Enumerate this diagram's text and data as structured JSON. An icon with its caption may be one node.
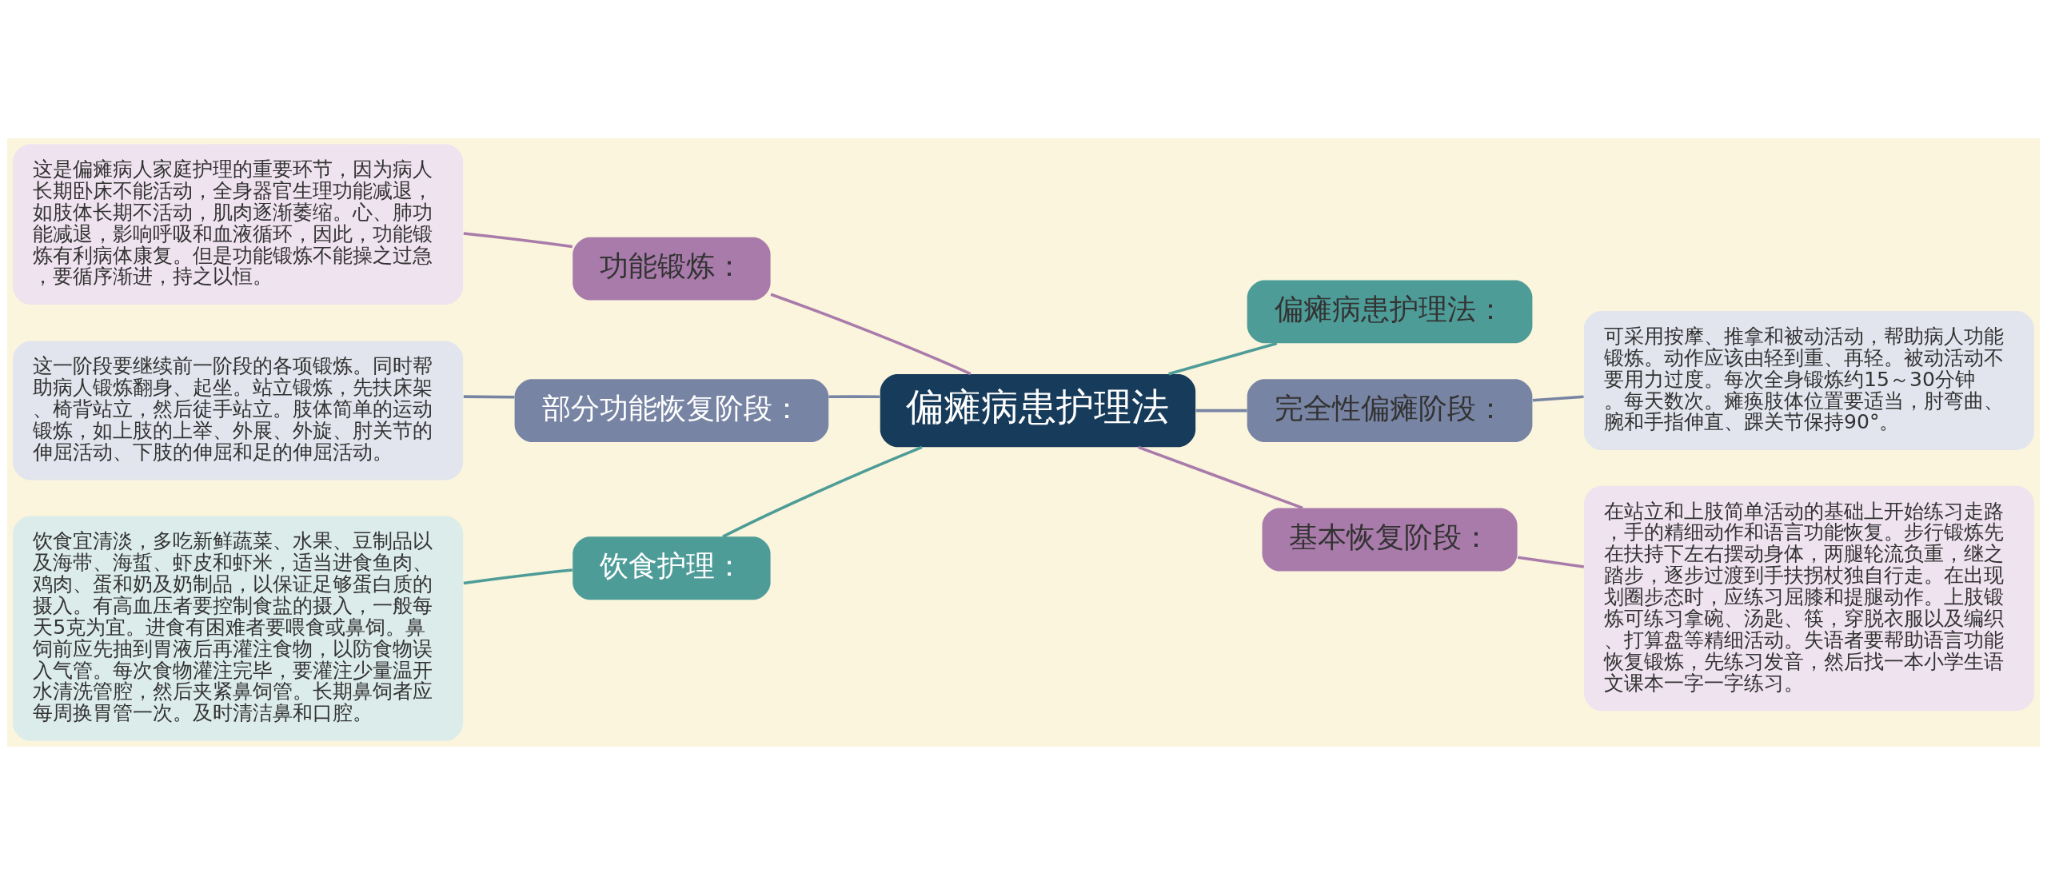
{
  "diagram": {
    "nodes": [
      {
        "text": [
          "偏瘫病患护理法"
        ]
      },
      {
        "text": [
          "功能锻炼："
        ]
      },
      {
        "text": [
          "这是偏瘫病人家庭护理的重要环节，因为病人长期卧床不能活动，全身器官生理功能减退，如肢体长期不活动，肌肉逐渐萎缩。心、肺功能减退，影响呼吸和血液循环，因此，功能锻炼有利病体康复。但是功能锻炼不能操之过急，要循序渐进，持之以恒。"
        ]
      },
      {
        "text": [
          "部分功能恢复阶段："
        ]
      },
      {
        "text": [
          "这一阶段要继续前一阶段的各项锻炼。同时帮助病人锻炼翻身、起坐。站立锻炼，先扶床架、椅背站立，然后徒手站立。肢体简单的运动锻炼，如上肢的上举、外展、外旋、肘关节的伸屈活动、下肢的伸屈和足的伸屈活动。"
        ]
      },
      {
        "text": [
          "饮食护理："
        ]
      },
      {
        "text": [
          "饮食宜清淡，多吃新鲜蔬菜、水果、豆制品以及海带、海蜇、虾皮和虾米，适当进食鱼肉、鸡肉、蛋和奶及奶制品，以保证足够蛋白质的摄入。有高血压者要控制食盐的摄入，一般每天5克为宜。进食有困难者要喂食或鼻饲。鼻饲前应先抽到胃液后再灌注食物，以防食物误入气管。每次食物灌注完毕，要灌注少量温开水清洗管腔，然后夹紧鼻饲管。长期鼻饲者应每周换胃管一次。及时清洁鼻和口腔。"
        ]
      },
      {
        "text": [
          "偏瘫病患护理法："
        ]
      },
      {
        "text": [
          "完全性偏瘫阶段："
        ]
      },
      {
        "text": [
          "可采用按摩、推拿和被动活动，帮助病人功能锻炼。动作应该由轻到重、再轻。被动活动不要用力过度。每次全身锻炼约15～30分钟。每天数次。瘫痪肢体位置要适当，肘弯曲、腕和手指伸直、踝关节保持90°。"
        ]
      },
      {
        "text": [
          "基本恢复阶段："
        ]
      },
      {
        "text": [
          "在站立和上肢简单活动的基础上开始练习走路，手的精细动作和语言功能恢复。步行锻炼先在扶持下左右摆动身体，两腿轮流负重，继之踏步，逐步过渡到手扶拐杖独自行走。在出现划圈步态时，应练习屈膝和提腿动作。上肢锻炼可练习拿碗、汤匙、筷，穿脱衣服以及编织、打算盘等精细活动。失语者要帮助语言功能恢复锻炼，先练习发音，然后找一本小学生语文课本一字一字练习。"
        ]
      }
    ],
    "edges": [
      {
        "from": 0,
        "to": 1,
        "arrow": "none",
        "color": "#a97bab"
      },
      {
        "from": 1,
        "to": 2,
        "arrow": "none",
        "color": "#a97bab"
      },
      {
        "from": 0,
        "to": 3,
        "arrow": "none",
        "color": "#7884a4"
      },
      {
        "from": 3,
        "to": 4,
        "arrow": "none",
        "color": "#7884a4"
      },
      {
        "from": 0,
        "to": 5,
        "arrow": "none",
        "color": "#4e9c98"
      },
      {
        "from": 5,
        "to": 6,
        "arrow": "none",
        "color": "#4e9c98"
      },
      {
        "from": 0,
        "to": 7,
        "arrow": "none",
        "color": "#4e9c98"
      },
      {
        "from": 0,
        "to": 8,
        "arrow": "none",
        "color": "#7884a4"
      },
      {
        "from": 8,
        "to": 9,
        "arrow": "none",
        "color": "#7884a4"
      },
      {
        "from": 0,
        "to": 10,
        "arrow": "none",
        "color": "#a97bab"
      },
      {
        "from": 10,
        "to": 11,
        "arrow": "none",
        "color": "#a97bab"
      }
    ]
  }
}
